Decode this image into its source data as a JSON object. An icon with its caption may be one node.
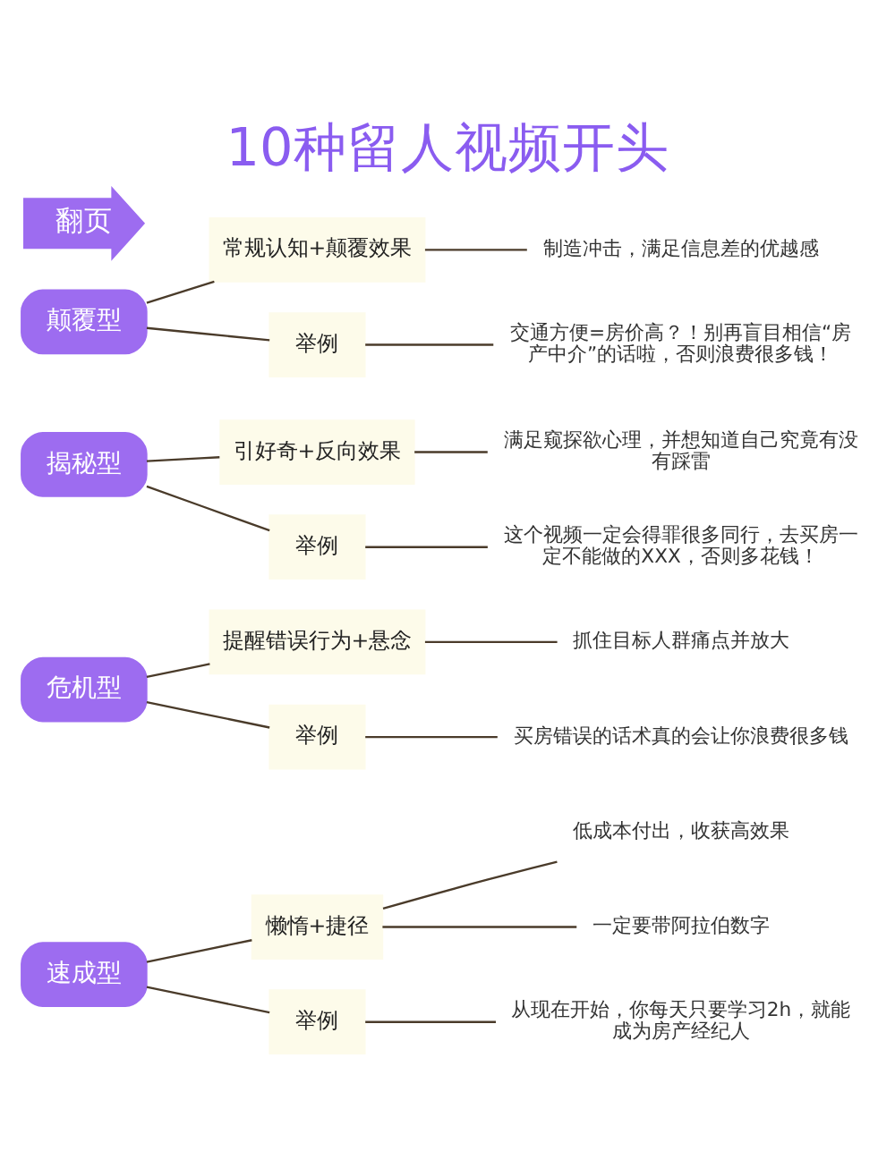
{
  "diagram": {
    "title": "10种留人视频开头",
    "nodes": [
      {
        "text": [
          "速成型"
        ]
      },
      {
        "text": [
          "懒惰+捷径"
        ]
      },
      {
        "text": [
          "低成本付出，收获高效果"
        ]
      },
      {
        "text": [
          "一定要带阿拉伯数字"
        ]
      },
      {
        "text": [
          "举例"
        ]
      },
      {
        "text": [
          "从现在开始，你每天只要学习2h，就能成为房产经纪人"
        ]
      },
      {
        "text": [
          "危机型"
        ]
      },
      {
        "text": [
          "提醒错误行为+悬念"
        ]
      },
      {
        "text": [
          "抓住目标人群痛点并放大"
        ]
      },
      {
        "text": [
          "举例"
        ]
      },
      {
        "text": [
          "买房错误的话术真的会让你浪费很多钱"
        ]
      },
      {
        "text": [
          "揭秘型"
        ]
      },
      {
        "text": [
          "引好奇+反向效果"
        ]
      },
      {
        "text": [
          "满足窥探欲心理，并想知道自己究竟有没有踩雷"
        ]
      },
      {
        "text": [
          "举例"
        ]
      },
      {
        "text": [
          "这个视频一定会得罪很多同行，去买房一定不能做的XXX，否则多花钱！"
        ]
      },
      {
        "text": [
          "颠覆型"
        ]
      },
      {
        "text": [
          "常规认知+颠覆效果"
        ]
      },
      {
        "text": [
          "制造冲击，满足信息差的优越感"
        ]
      },
      {
        "text": [
          "举例"
        ]
      },
      {
        "text": [
          "交通方便=房价高？！别再盲目相信“房产中介”的话啦，否则浪费很多钱！"
        ]
      },
      {
        "text": [
          "翻页"
        ]
      }
    ],
    "edges": [
      {
        "from": 0,
        "to": 1,
        "arrow": "none"
      },
      {
        "from": 1,
        "to": 2,
        "arrow": "none"
      },
      {
        "from": 1,
        "to": 3,
        "arrow": "none"
      },
      {
        "from": 0,
        "to": 4,
        "arrow": "none"
      },
      {
        "from": 4,
        "to": 5,
        "arrow": "none"
      },
      {
        "from": 6,
        "to": 7,
        "arrow": "none"
      },
      {
        "from": 7,
        "to": 8,
        "arrow": "none"
      },
      {
        "from": 6,
        "to": 9,
        "arrow": "none"
      },
      {
        "from": 9,
        "to": 10,
        "arrow": "none"
      },
      {
        "from": 11,
        "to": 12,
        "arrow": "none"
      },
      {
        "from": 12,
        "to": 13,
        "arrow": "none"
      },
      {
        "from": 11,
        "to": 14,
        "arrow": "none"
      },
      {
        "from": 14,
        "to": 15,
        "arrow": "none"
      },
      {
        "from": 16,
        "to": 17,
        "arrow": "none"
      },
      {
        "from": 17,
        "to": 18,
        "arrow": "none"
      },
      {
        "from": 16,
        "to": 19,
        "arrow": "none"
      },
      {
        "from": 19,
        "to": 20,
        "arrow": "none"
      }
    ]
  }
}
